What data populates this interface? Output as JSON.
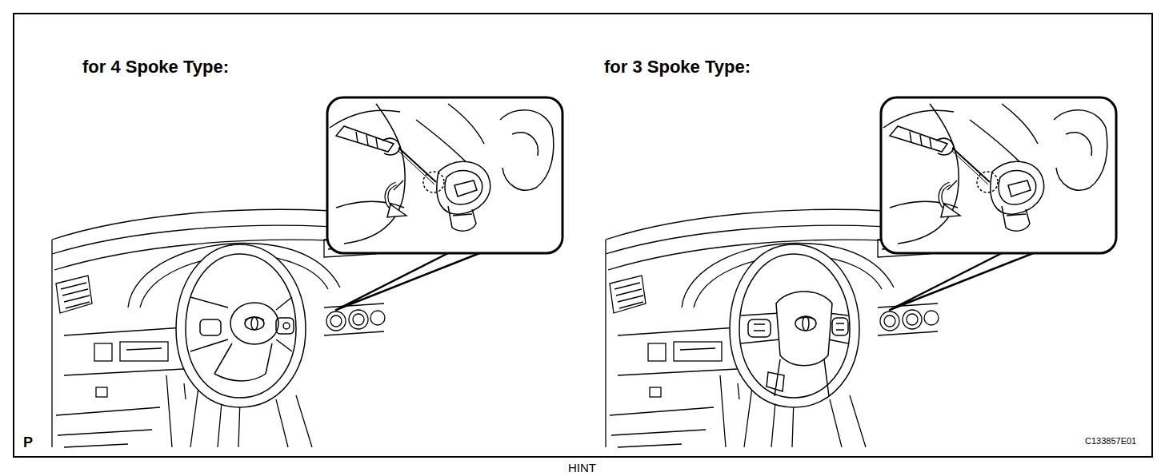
{
  "diagram": {
    "labels": [
      "for 4 Spoke Type:",
      "for 3 Spoke Type:",
      "P",
      "C133857E01",
      "HINT"
    ]
  }
}
